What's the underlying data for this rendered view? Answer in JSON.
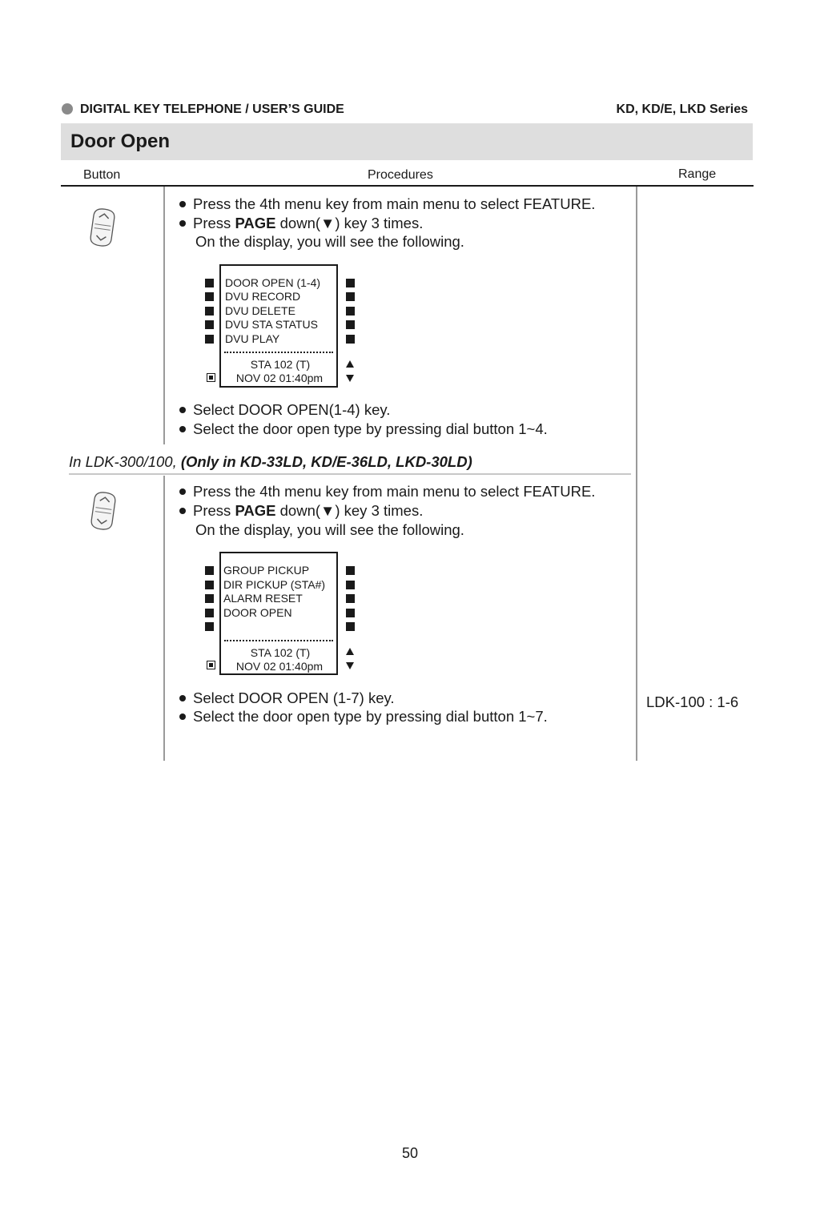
{
  "header": {
    "guide_title": "DIGITAL KEY TELEPHONE / USER’S GUIDE",
    "series": "KD, KD/E, LKD Series"
  },
  "section_title": "Door Open",
  "columns": {
    "button": "Button",
    "procedures": "Procedures",
    "range": "Range"
  },
  "block1": {
    "steps_before": [
      "Press the 4th menu key from main menu to select FEATURE.",
      {
        "prefix": "Press ",
        "bold": "PAGE",
        "suffix": " down(▼) key 3 times."
      }
    ],
    "display_note": "On the display, you will see the following.",
    "display": {
      "items": [
        "DOOR OPEN (1-4)",
        "DVU RECORD",
        "DVU DELETE",
        "DVU STA STATUS",
        "DVU PLAY"
      ],
      "status_line1": "STA 102  (T)",
      "status_line2": "NOV 02    01:40pm"
    },
    "steps_after": [
      "Select DOOR OPEN(1-4) key.",
      "Select the door open type by pressing dial button 1~4."
    ]
  },
  "note": {
    "italic": "In LDK-300/100,  ",
    "bold_italic": "(Only in KD-33LD, KD/E-36LD, LKD-30LD)"
  },
  "block2": {
    "steps_before": [
      "Press the 4th menu key from main menu to select FEATURE.",
      {
        "prefix": "Press ",
        "bold": "PAGE",
        "suffix": " down(▼) key 3 times."
      }
    ],
    "display_note": "On the display, you will see the following.",
    "display": {
      "items": [
        "GROUP PICKUP",
        "DIR PICKUP (STA#)",
        "ALARM RESET",
        "DOOR OPEN",
        ""
      ],
      "status_line1": "STA 102  (T)",
      "status_line2": "NOV 02    01:40pm"
    },
    "steps_after": [
      "Select DOOR OPEN (1-7) key.",
      "Select the door open type by pressing dial button 1~7."
    ],
    "range": "LDK-100 : 1-6"
  },
  "page_number": "50",
  "icons": {
    "header_bullet": "circle-bullet-icon",
    "page_key": "page-up-down-key-icon"
  },
  "colors": {
    "title_bar_bg": "#dedede",
    "header_bullet": "#8a8a8a"
  }
}
